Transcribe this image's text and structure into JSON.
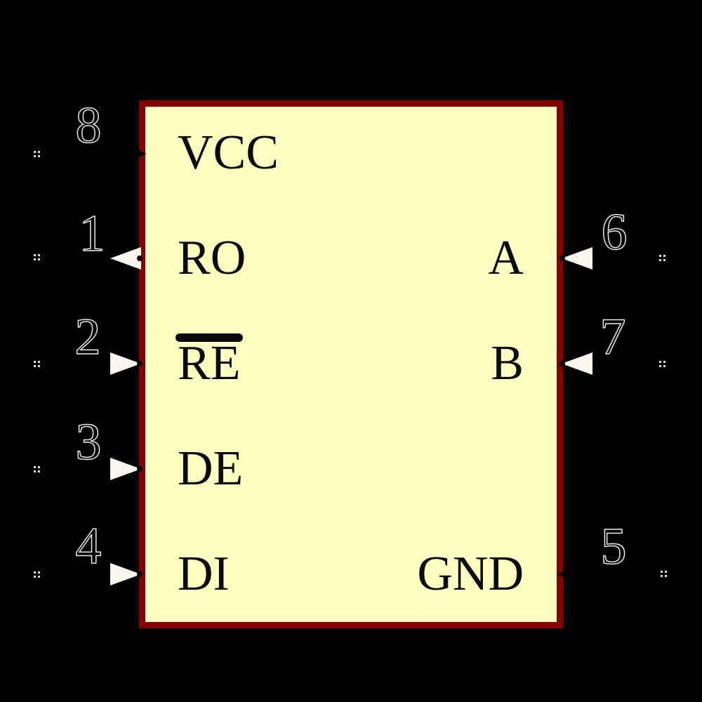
{
  "component": {
    "kind": "schematic-ic-symbol",
    "colors": {
      "background": "#000000",
      "body_fill": "#FFFFC2",
      "body_border": "#850000",
      "label_text": "#0a0a0a",
      "arrow_fill": "#FAF6EE",
      "pin_number_outline": "#E6E6E6",
      "end_marker_dots": "#D9D9D9"
    },
    "pins": {
      "left": [
        {
          "number": "8",
          "label": "VCC",
          "overline": false,
          "arrow_icon": "small-black-arrow-right"
        },
        {
          "number": "1",
          "label": "RO",
          "overline": false,
          "arrow_icon": "white-arrow-left"
        },
        {
          "number": "2",
          "label": "RE",
          "overline": true,
          "arrow_icon": "white-arrow-right"
        },
        {
          "number": "3",
          "label": "DE",
          "overline": false,
          "arrow_icon": "white-arrow-right"
        },
        {
          "number": "4",
          "label": "DI",
          "overline": false,
          "arrow_icon": "white-arrow-right"
        }
      ],
      "right": [
        {
          "number": "6",
          "label": "A",
          "overline": false,
          "arrow_icon": "white-arrow-left"
        },
        {
          "number": "7",
          "label": "B",
          "overline": false,
          "arrow_icon": "white-arrow-left"
        },
        {
          "number": "5",
          "label": "GND",
          "overline": false,
          "arrow_icon": "small-black-arrow-left"
        }
      ]
    }
  }
}
